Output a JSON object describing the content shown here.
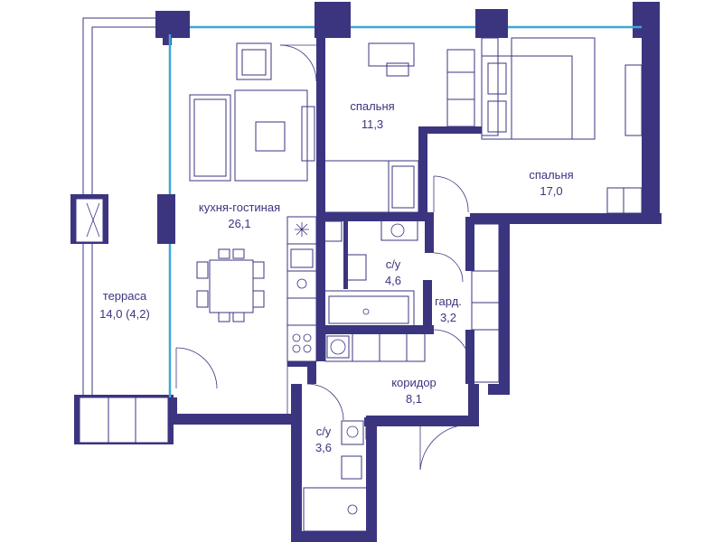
{
  "rooms": [
    {
      "key": "terrace",
      "name": "терраса",
      "area": "14,0 (4,2)"
    },
    {
      "key": "living",
      "name": "кухня-гостиная",
      "area": "26,1"
    },
    {
      "key": "bedroom1",
      "name": "спальня",
      "area": "11,3"
    },
    {
      "key": "bedroom2",
      "name": "спальня",
      "area": "17,0"
    },
    {
      "key": "bath1",
      "name": "с/у",
      "area": "4,6"
    },
    {
      "key": "wardrobe",
      "name": "гард.",
      "area": "3,2"
    },
    {
      "key": "corridor",
      "name": "коридор",
      "area": "8,1"
    },
    {
      "key": "bath2",
      "name": "с/у",
      "area": "3,6"
    }
  ],
  "colors": {
    "wall": "#3b3580",
    "glass": "#3fa6d8",
    "background": "#ffffff"
  }
}
